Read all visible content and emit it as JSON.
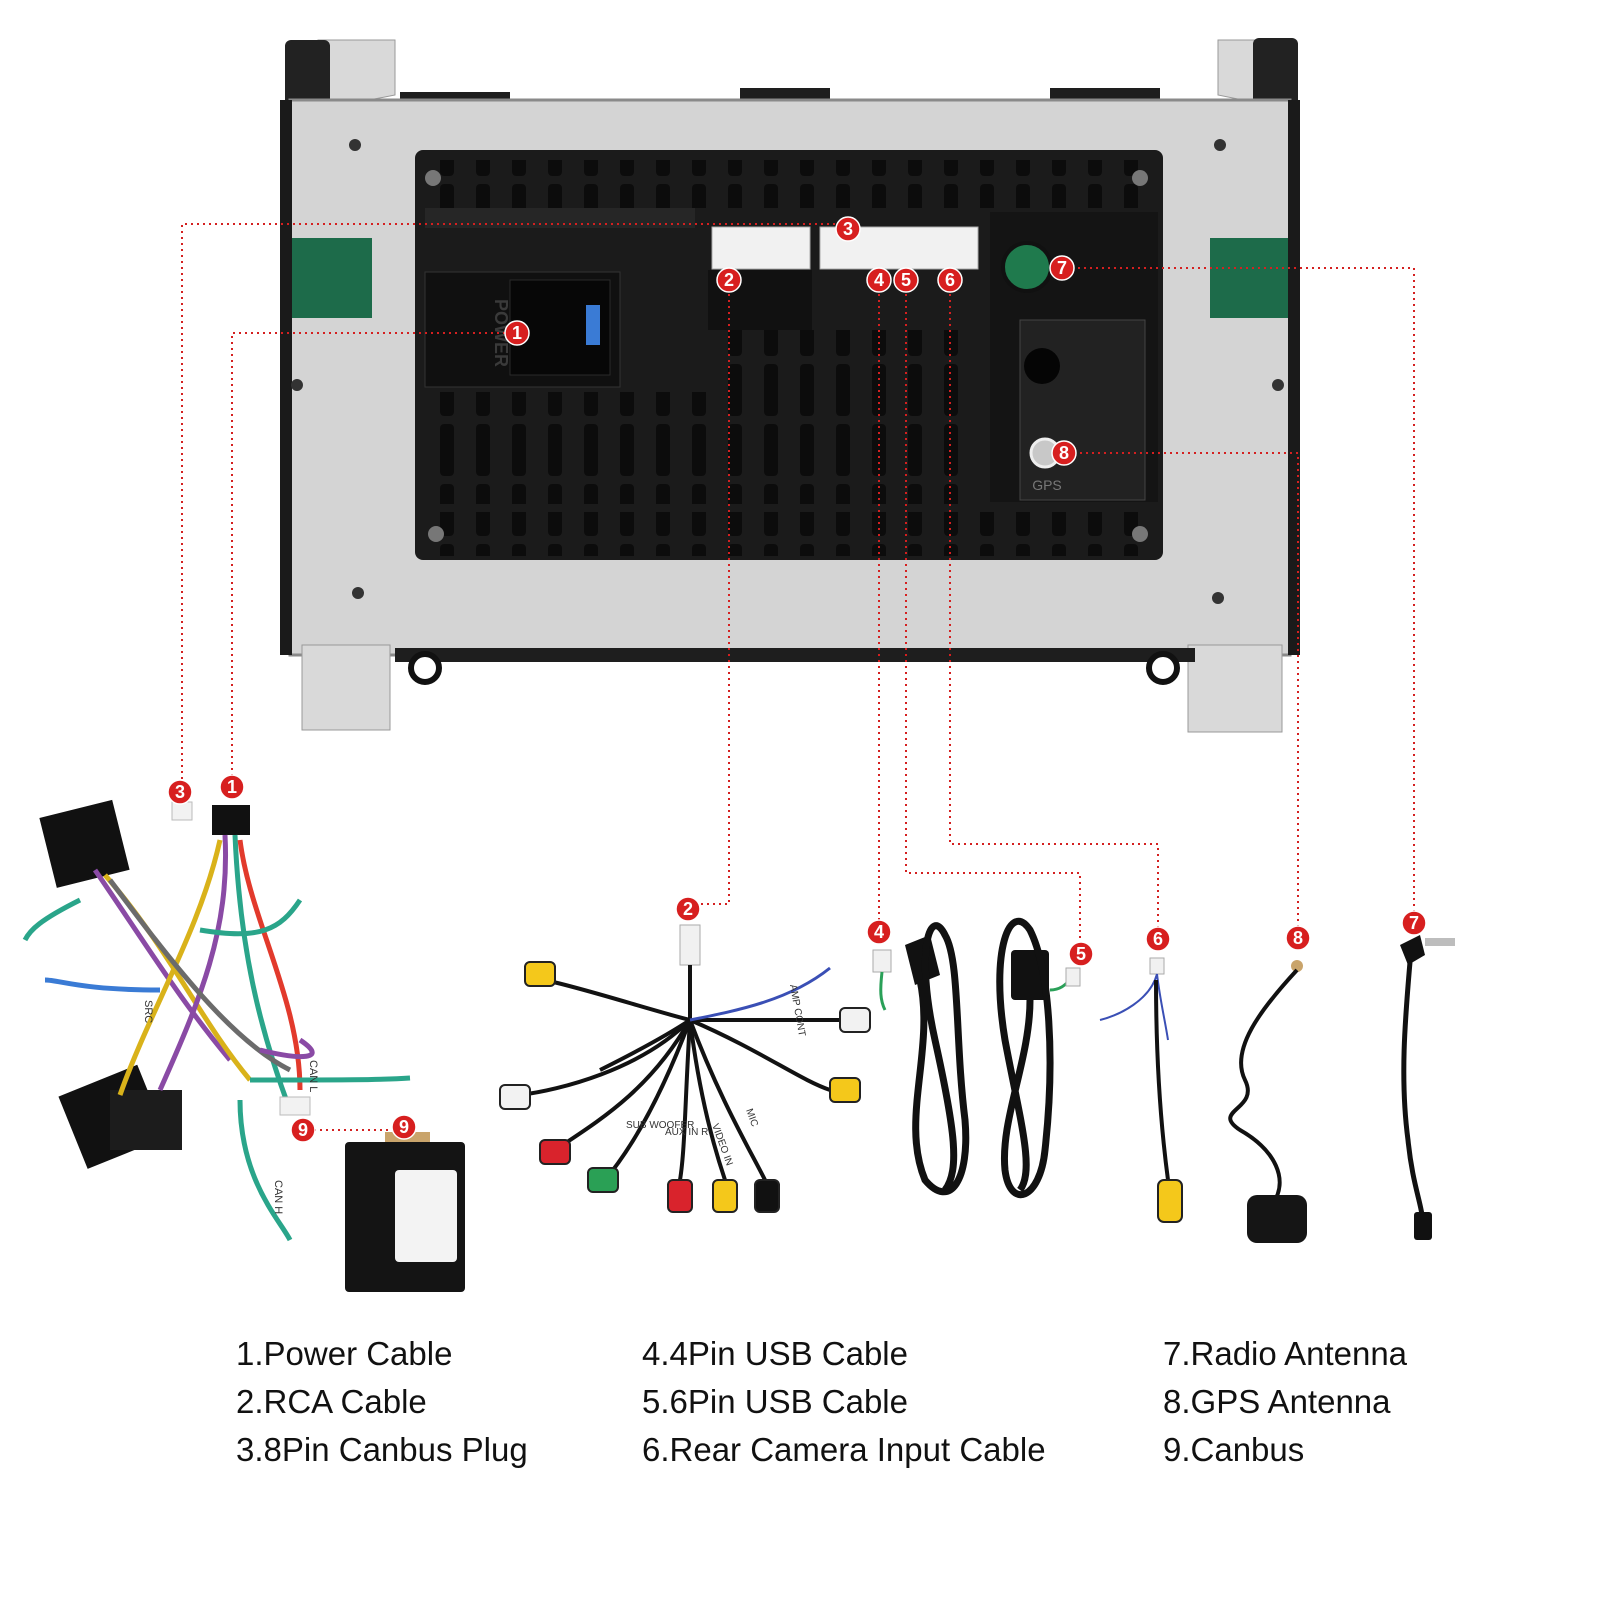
{
  "unit": {
    "power_label": "POWER",
    "gps_label": "GPS"
  },
  "callouts": [
    "1",
    "2",
    "3",
    "4",
    "5",
    "6",
    "7",
    "8",
    "9"
  ],
  "legend": {
    "col1": [
      "1.Power Cable",
      "2.RCA Cable",
      "3.8Pin Canbus Plug"
    ],
    "col2": [
      "4.4Pin USB Cable",
      "5.6Pin USB Cable",
      "6.Rear Camera Input Cable"
    ],
    "col3": [
      "7.Radio Antenna",
      "8.GPS Antenna",
      "9.Canbus"
    ]
  },
  "harness_tags": [
    "CAN L",
    "CAN H",
    "SRC"
  ],
  "rca_tags": [
    "AMP CONT",
    "AUX IN R",
    "MIC",
    "VIDEO IN",
    "SUB WOOFER"
  ],
  "colors": {
    "callout_red": "#d71f1f",
    "chassis_grey": "#d6d6d6",
    "unit_black": "#1b1b1b",
    "pcb_green": "#1d6b4a"
  }
}
